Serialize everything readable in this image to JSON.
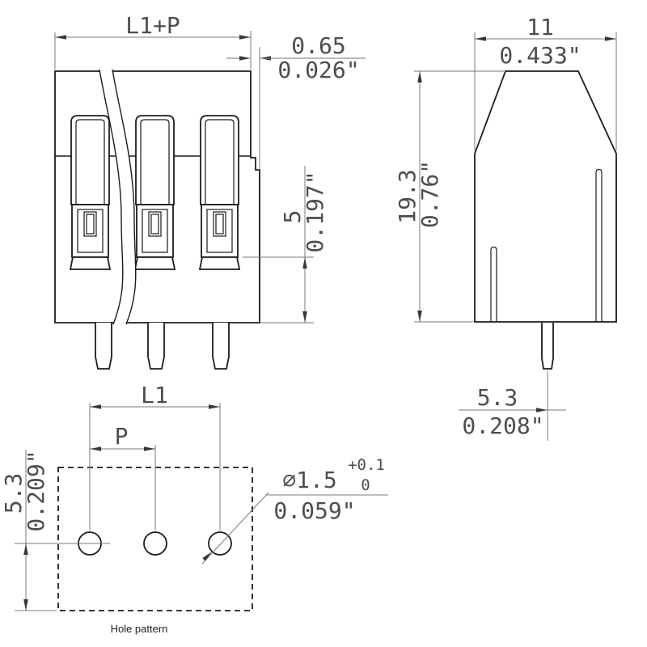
{
  "drawing": {
    "front_view": {
      "dim_total_width_label": "L1+P",
      "dim_wall_mm": "0.65",
      "dim_wall_in": "0.026\"",
      "dim_clamp_mm": "5",
      "dim_clamp_in": "0.197\""
    },
    "side_view": {
      "dim_width_mm": "11",
      "dim_width_in": "0.433\"",
      "dim_height_mm": "19.3",
      "dim_height_in": "0.76\"",
      "dim_pin_mm": "5.3",
      "dim_pin_in": "0.208\""
    },
    "hole_pattern": {
      "dim_l1_label": "L1",
      "dim_p_label": "P",
      "dim_edge_mm": "5.3",
      "dim_edge_in": "0.209\"",
      "dim_dia_mm": "∅1.5",
      "dim_dia_tol_plus": "+0.1",
      "dim_dia_tol_minus": "0",
      "dim_dia_in": "0.059\"",
      "caption": "Hole pattern"
    }
  }
}
